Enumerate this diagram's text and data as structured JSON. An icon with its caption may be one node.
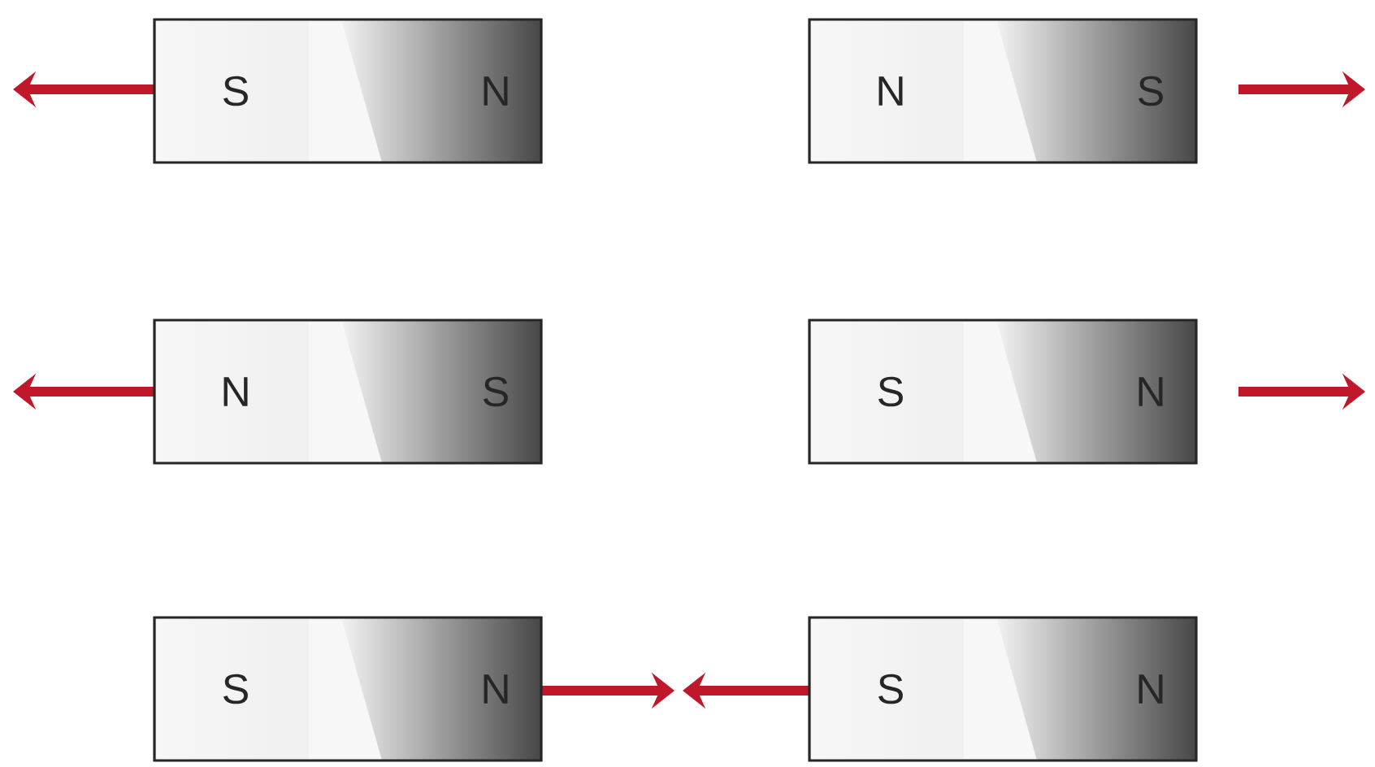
{
  "diagram": {
    "nodes": [
      {
        "text": [
          "S",
          "N"
        ]
      },
      {
        "text": [
          "N",
          "S"
        ]
      },
      {
        "text": [
          "N",
          "S"
        ]
      },
      {
        "text": [
          "S",
          "N"
        ]
      },
      {
        "text": [
          "S",
          "N"
        ]
      },
      {
        "text": [
          "S",
          "N"
        ]
      }
    ]
  }
}
